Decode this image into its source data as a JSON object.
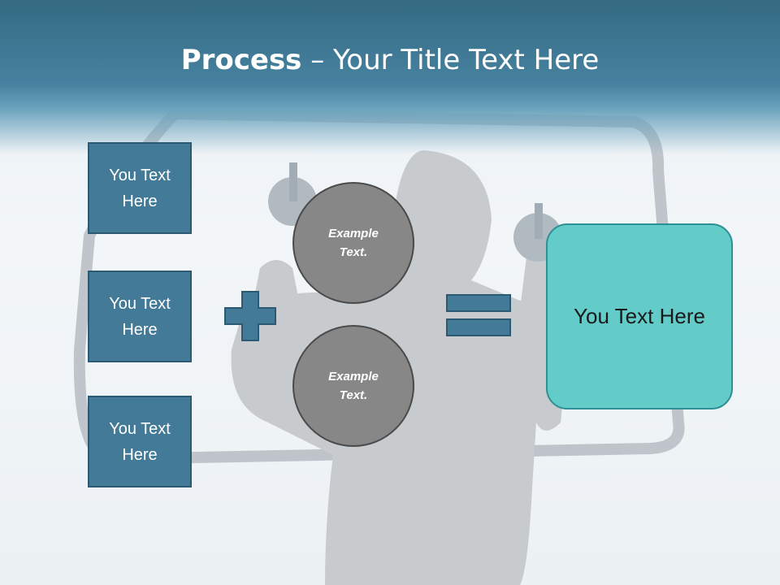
{
  "slide": {
    "title_bold": "Process",
    "title_rest": " – Your Title Text Here",
    "left_boxes": [
      "You Text Here",
      "You Text Here",
      "You Text Here"
    ],
    "circles": [
      "Example Text.",
      "Example Text."
    ],
    "result_text": "You Text Here"
  },
  "colors": {
    "header": "#346a82",
    "box_fill": "#427a98",
    "circle_fill": "#878787",
    "result_fill": "#63cbc8"
  },
  "icons": {
    "operator_1": "plus-icon",
    "operator_2": "equals-icon"
  }
}
